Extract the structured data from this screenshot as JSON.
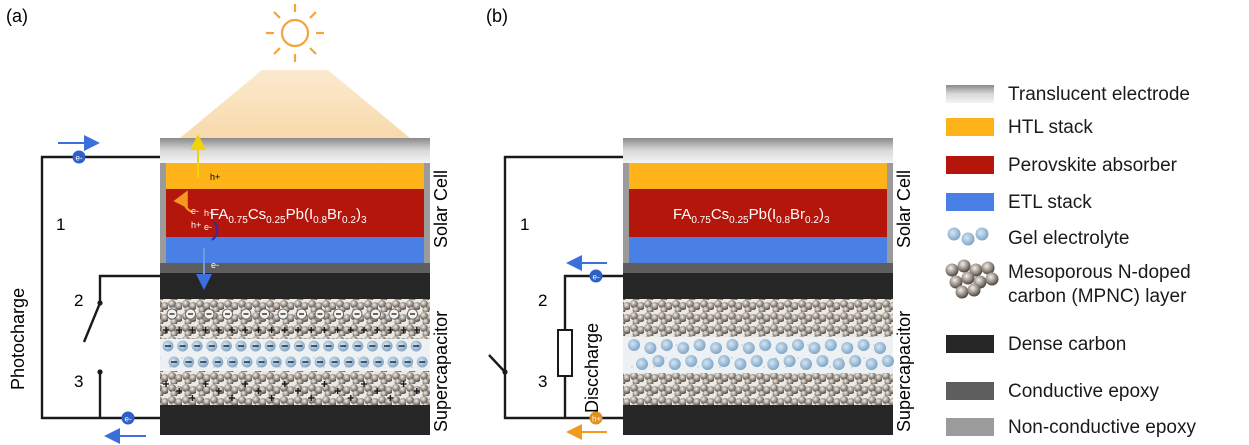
{
  "panel_a": {
    "tag": "(a)",
    "formula": {
      "base": "FA",
      "s1": "0.75",
      "p2": "Cs",
      "s2": "0.25",
      "p3": "Pb(I",
      "s3": "0.8",
      "p4": "Br",
      "s4": "0.2",
      "p5": ")",
      "s5": "3"
    },
    "side_top": "Solar Cell",
    "side_bottom": "Supercapacitor",
    "mode_label": "Photocharge",
    "switch_1": "1",
    "switch_2": "2",
    "switch_3": "3",
    "carrier_e": "e-",
    "carrier_h": "h+",
    "electron_badge": "e-"
  },
  "panel_b": {
    "tag": "(b)",
    "formula": {
      "base": "FA",
      "s1": "0.75",
      "p2": "Cs",
      "s2": "0.25",
      "p3": "Pb(I",
      "s3": "0.8",
      "p4": "Br",
      "s4": "0.2",
      "p5": ")",
      "s5": "3"
    },
    "side_top": "Solar Cell",
    "side_bottom": "Supercapacitor",
    "mode_label": "Disccharge",
    "switch_1": "1",
    "switch_2": "2",
    "switch_3": "3",
    "electron_badge": "e-",
    "hole_badge": "h+"
  },
  "legend": [
    {
      "name": "Translucent electrode",
      "swatch": "gradient",
      "color": "#bdbdbd"
    },
    {
      "name": "HTL stack",
      "swatch": "solid",
      "color": "#ffb31a"
    },
    {
      "name": "Perovskite absorber",
      "swatch": "solid",
      "color": "#b5160c"
    },
    {
      "name": "ETL stack",
      "swatch": "solid",
      "color": "#4a7fe6"
    },
    {
      "name": "Gel electrolyte",
      "swatch": "dots",
      "color": "#8fb3d2"
    },
    {
      "name": "Mesoporous N-doped",
      "name2": "carbon (MPNC) layer",
      "swatch": "carbon",
      "color": "#7a7068"
    },
    {
      "name": "Dense carbon",
      "swatch": "solid",
      "color": "#262626"
    },
    {
      "name": "Conductive epoxy",
      "swatch": "solid",
      "color": "#5e5e5e"
    },
    {
      "name": "Non-conductive epoxy",
      "swatch": "solid",
      "color": "#9b9b9b"
    }
  ]
}
